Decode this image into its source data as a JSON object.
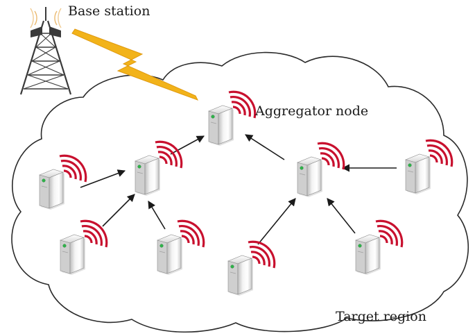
{
  "labels": {
    "base_station": "Base station",
    "aggregator": "Aggregator node",
    "region": "Target region"
  },
  "colors": {
    "cloud_stroke": "#2a2a2a",
    "lightning": "#f2b31a",
    "signal_red": "#c8102e",
    "node_body": "#e9e9e9",
    "node_shadow": "#9a9a9a",
    "led_green": "#2fb34a",
    "arrow": "#1a1a1a",
    "tower": "#3a3a3a",
    "tower_waves": "#e6a84a"
  },
  "icons": [
    "base-station-tower-icon",
    "sensor-node-icon",
    "wireless-signal-icon",
    "lightning-link-icon"
  ]
}
